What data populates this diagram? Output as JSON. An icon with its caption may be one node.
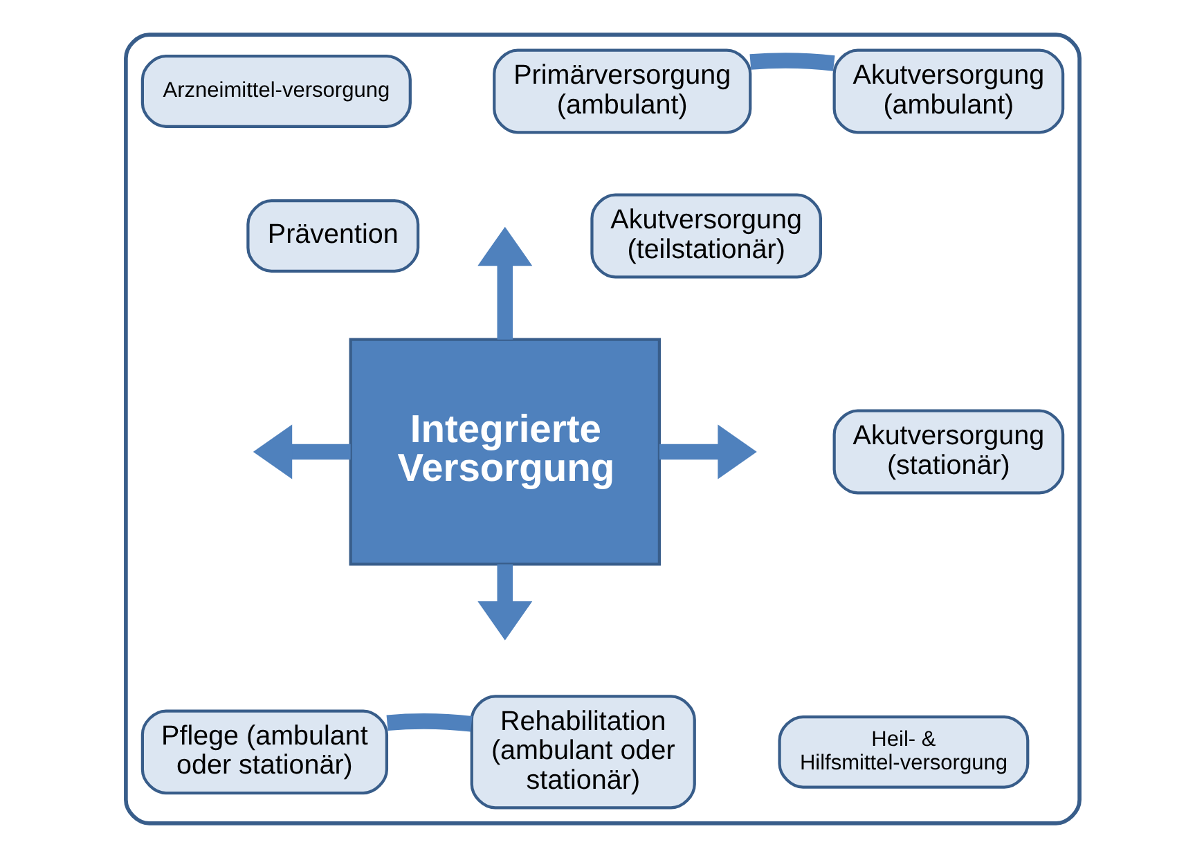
{
  "diagram": {
    "nodes": [
      {
        "text": [],
        "shape": "box"
      },
      {
        "text": [
          "Arzneimittel-versorgung"
        ],
        "in": 0
      },
      {
        "text": [
          "Primärversorgung (ambulant)"
        ],
        "in": 0
      },
      {
        "text": [
          "Akutversorgung (ambulant)"
        ],
        "in": 0
      },
      {
        "text": [
          "Akutversorgung (teilstationär)"
        ],
        "in": 0
      },
      {
        "text": [
          "Prävention"
        ],
        "in": 0
      },
      {
        "text": [
          "Integrierte Versorgung"
        ],
        "in": 0
      },
      {
        "text": [
          "Akutversorgung (stationär)"
        ],
        "in": 0
      },
      {
        "text": [
          "Pflege (ambulant oder stationär)"
        ],
        "in": 0
      },
      {
        "text": [
          "Rehabilitation (ambulant oder stationär)"
        ],
        "in": 0
      },
      {
        "text": [
          "Heil- & Hilfsmittel-versorgung"
        ],
        "in": 0
      }
    ],
    "edges": [
      {
        "from": 2,
        "to": 3,
        "arrow": "none"
      },
      {
        "from": 8,
        "to": 9,
        "arrow": "none"
      },
      {
        "from": 6,
        "to": null,
        "arrow": "to"
      },
      {
        "from": 6,
        "to": null,
        "arrow": "to"
      },
      {
        "from": 6,
        "to": null,
        "arrow": "to"
      },
      {
        "from": 6,
        "to": null,
        "arrow": "to"
      }
    ]
  }
}
